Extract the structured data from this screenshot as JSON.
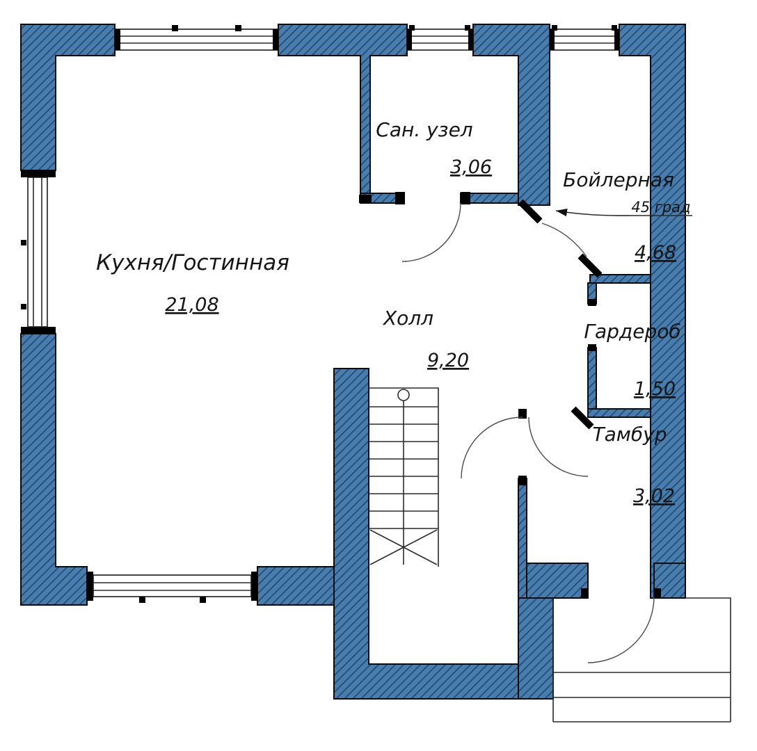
{
  "meta": {
    "type": "floor-plan",
    "floor": "first"
  },
  "colors": {
    "wall_fill": "#4a7dab",
    "wall_hatch": "#1e4f7c",
    "line": "#000000"
  },
  "rooms": {
    "kitchen": {
      "name": "Кухня/Гостинная",
      "area": "21,08"
    },
    "bathroom": {
      "name": "Сан. узел",
      "area": "3,06"
    },
    "boiler": {
      "name": "Бойлерная",
      "area": "4,68",
      "note": "45 град"
    },
    "hall": {
      "name": "Холл",
      "area": "9,20"
    },
    "wardrobe": {
      "name": "Гардероб",
      "area": "1,50"
    },
    "tambur": {
      "name": "Тамбур",
      "area": "3,02"
    }
  }
}
